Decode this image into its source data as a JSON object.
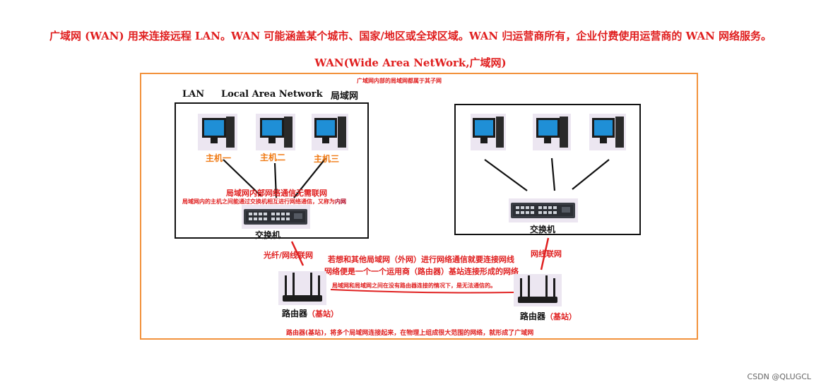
{
  "headline": "广域网 (WAN) 用来连接远程 LAN。WAN 可能涵盖某个城市、国家/地区或全球区域。WAN 归运营商所有，企业付费使用运营商的 WAN 网络服务。",
  "subtitle": "WAN(Wide Area NetWork,广域网)",
  "outer_note": "广域网内部的局域网都属于其子网",
  "lan_left": {
    "title_abbr": "LAN",
    "title_full": "Local Area Network",
    "title_cn": "局域网",
    "hosts": [
      "主机一",
      "主机二",
      "主机三"
    ],
    "note_main": "局域网内部网络通信无需联网",
    "note_sub_prefix": "局域网内的主机之间能通过交换机相互进行网络通信，又称为",
    "note_sub_highlight": "内网",
    "switch_label": "交换机"
  },
  "lan_right": {
    "switch_label": "交换机"
  },
  "link_left": "光纤/网线联网",
  "link_right": "网线联网",
  "center_note_1": "若想和其他局域网（外网）进行网络通信就要连接网线",
  "center_note_2": "网络便是一个一个运用商（路由器）基站连接形成的网络",
  "router_note": "局域网和局域网之间在没有路由器连接的情况下，是无法通信的。",
  "router_left": {
    "label": "路由器",
    "label_suffix": "（基站）"
  },
  "router_right": {
    "label": "路由器",
    "label_suffix": "（基站）"
  },
  "bottom_note": "路由器(基站)，将多个局域网连接起来，在物理上组成很大范围的网络，就形成了广域网",
  "watermark": "CSDN @QLUGCL",
  "colors": {
    "red": "#e02020",
    "orange_border": "#f2923c",
    "host_orange": "#f07a14",
    "black": "#111111"
  }
}
